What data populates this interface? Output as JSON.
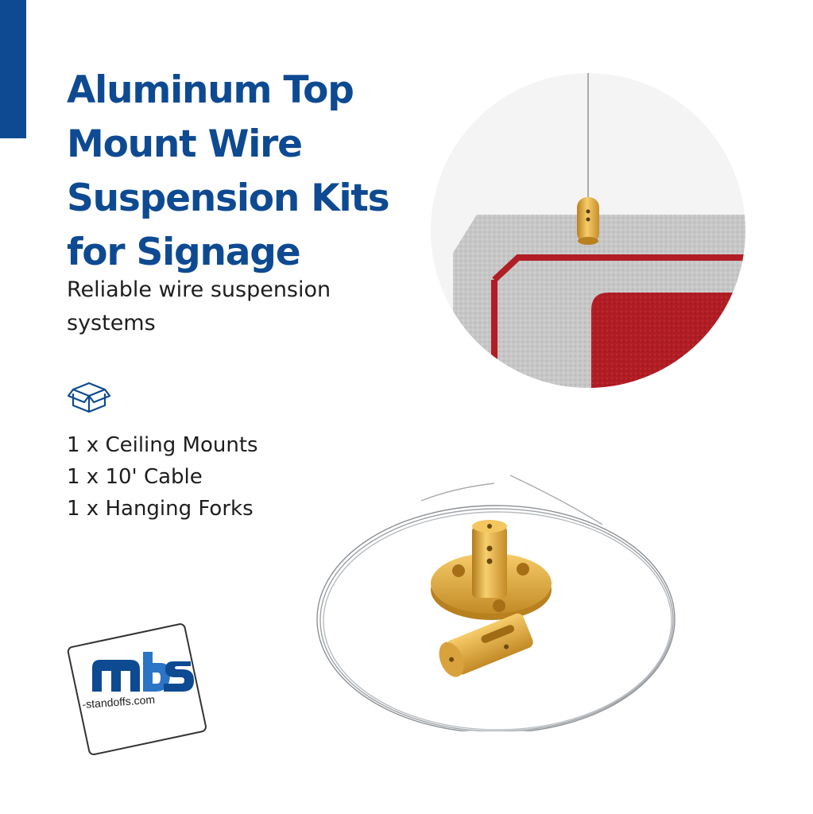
{
  "title_lines": [
    "Aluminum Top",
    "Mount Wire",
    "Suspension Kits",
    "for Signage"
  ],
  "subtitle": "Reliable wire suspension systems",
  "package_icon": "box-icon",
  "contents": [
    "1 x Ceiling Mounts",
    "1 x 10' Cable",
    "1 x Hanging Forks"
  ],
  "logo": {
    "mark": "mbs",
    "text": "-standoffs.com"
  },
  "colors": {
    "brand_blue": "#0e4a92",
    "sign_silver": "#c4c4c4",
    "sign_red": "#b11d25",
    "hardware_gold": "#e2ad3d"
  }
}
